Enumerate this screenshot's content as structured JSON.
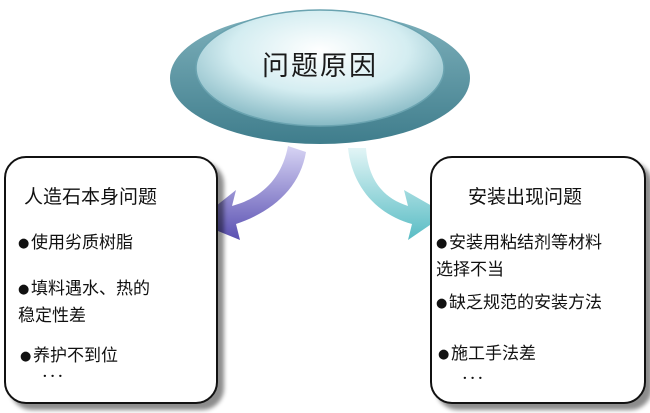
{
  "center_title": "问题原因",
  "left_box": {
    "title": "人造石本身问题",
    "items": [
      {
        "line1": "使用劣质树脂",
        "line2": ""
      },
      {
        "line1": "填料遇水、热的",
        "line2": "稳定性差"
      },
      {
        "line1": "养护不到位",
        "line2": ""
      }
    ],
    "ellipsis": "···"
  },
  "right_box": {
    "title": "安装出现问题",
    "items": [
      {
        "line1": "安装用粘结剂等材料",
        "line2": "选择不当"
      },
      {
        "line1": "缺乏规范的安装方法",
        "line2": ""
      },
      {
        "line1": "施工手法差",
        "line2": ""
      }
    ],
    "ellipsis": "···"
  },
  "bullet": "●",
  "colors": {
    "ellipse_fill": "#bfe1e8",
    "ellipse_edge": "#4f8fa0",
    "arrow_left": "#6860b8",
    "arrow_right": "#5fbcc4"
  }
}
